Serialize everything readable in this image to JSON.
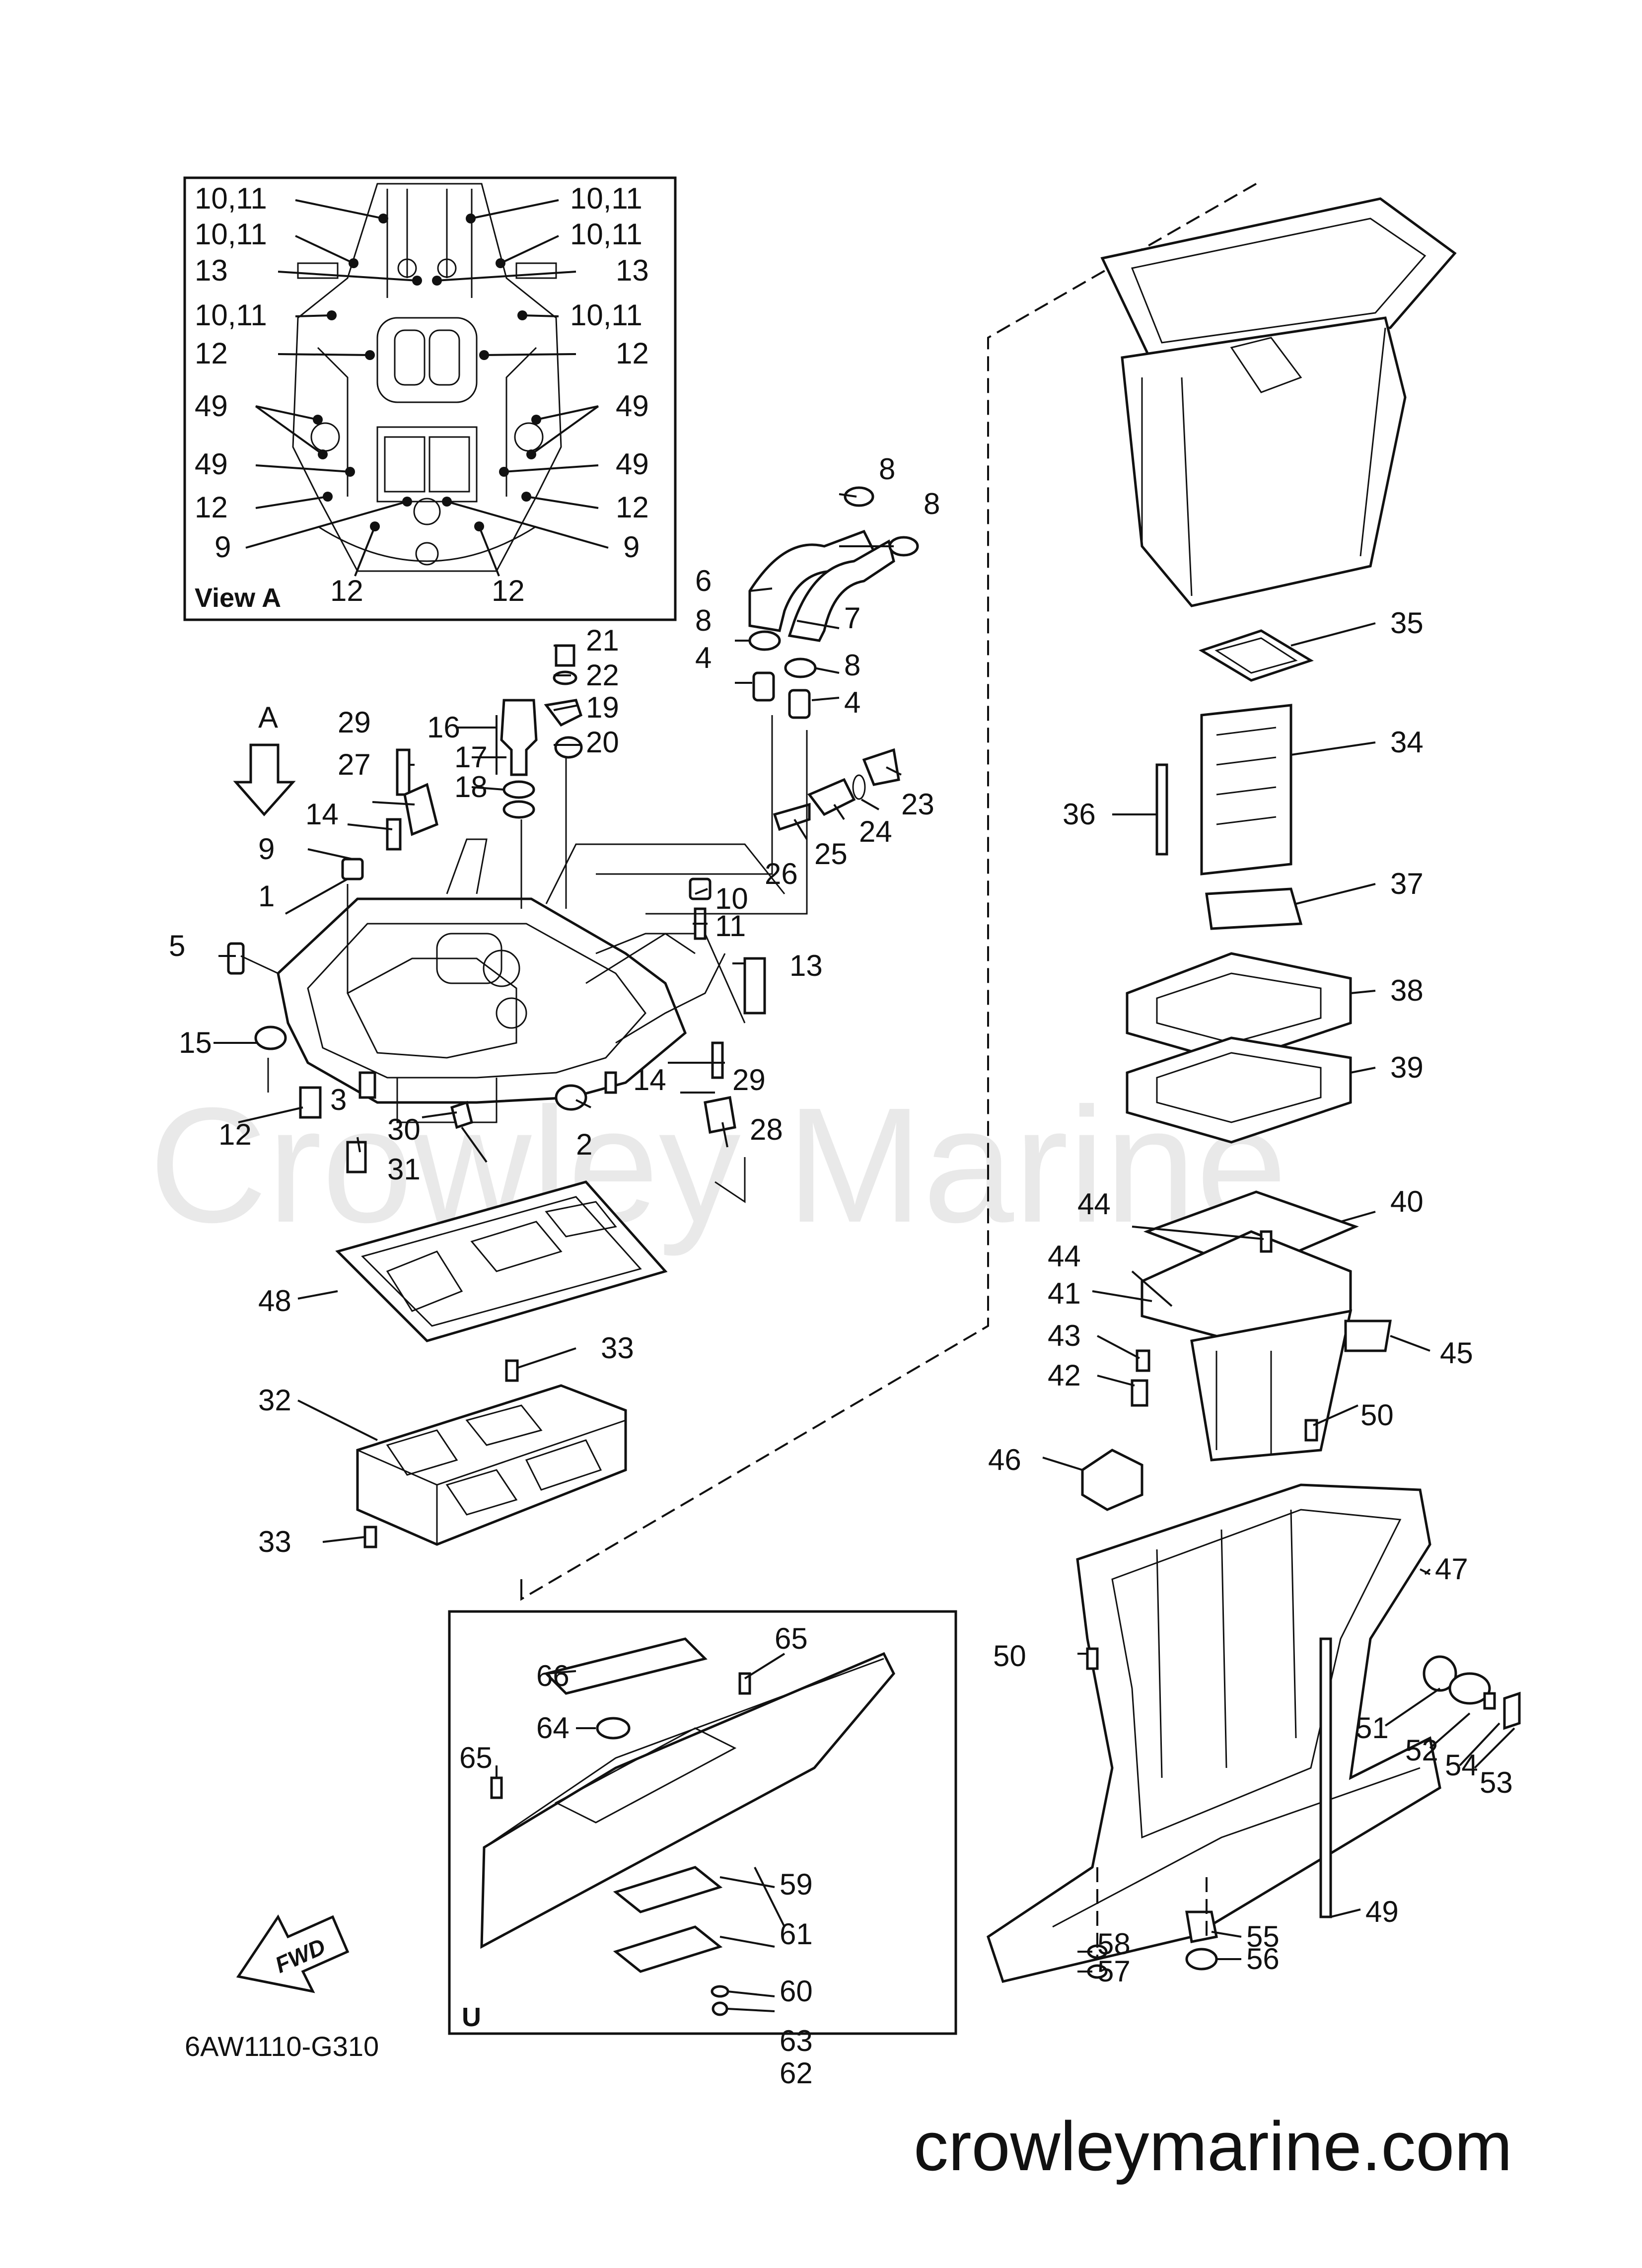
{
  "view_a": {
    "title": "View A"
  },
  "view_a_labels": {
    "l1011a": "10,11",
    "r1011a": "10,11",
    "l1011b": "10,11",
    "r1011b": "10,11",
    "l13": "13",
    "r13": "13",
    "l1011c": "10,11",
    "r1011c": "10,11",
    "l12a": "12",
    "r12a": "12",
    "l49a": "49",
    "r49a": "49",
    "l49b": "49",
    "r49b": "49",
    "l12b": "12",
    "r12b": "12",
    "l9": "9",
    "r9": "9",
    "b12a": "12",
    "b12b": "12"
  },
  "markers": {
    "a": "A",
    "u": "U"
  },
  "fwd": "FWD",
  "diagram_code": "6AW1110-G310",
  "watermark": "Crowley Marine",
  "footer_url": "crowleymarine.com",
  "callouts": {
    "c1": "1",
    "c2": "2",
    "c3": "3",
    "c4a": "4",
    "c4b": "4",
    "c5": "5",
    "c6": "6",
    "c7": "7",
    "c8a": "8",
    "c8b": "8",
    "c8c": "8",
    "c8d": "8",
    "c9": "9",
    "c10": "10",
    "c11": "11",
    "c12": "12",
    "c13": "13",
    "c14a": "14",
    "c14b": "14",
    "c15": "15",
    "c16": "16",
    "c17": "17",
    "c18": "18",
    "c19": "19",
    "c20": "20",
    "c21": "21",
    "c22": "22",
    "c23": "23",
    "c24": "24",
    "c25": "25",
    "c26": "26",
    "c27": "27",
    "c28": "28",
    "c29a": "29",
    "c29b": "29",
    "c30": "30",
    "c31": "31",
    "c32": "32",
    "c33a": "33",
    "c33b": "33",
    "c34": "34",
    "c35": "35",
    "c36": "36",
    "c37": "37",
    "c38": "38",
    "c39": "39",
    "c40": "40",
    "c41": "41",
    "c42": "42",
    "c43": "43",
    "c44a": "44",
    "c44b": "44",
    "c45": "45",
    "c46": "46",
    "c47": "47",
    "c48": "48",
    "c49": "49",
    "c50a": "50",
    "c50b": "50",
    "c51": "51",
    "c52": "52",
    "c53": "53",
    "c54": "54",
    "c55": "55",
    "c56": "56",
    "c57": "57",
    "c58": "58",
    "c59": "59",
    "c60": "60",
    "c61": "61",
    "c62": "62",
    "c63": "63",
    "c64": "64",
    "c65a": "65",
    "c65b": "65",
    "c66": "66"
  }
}
